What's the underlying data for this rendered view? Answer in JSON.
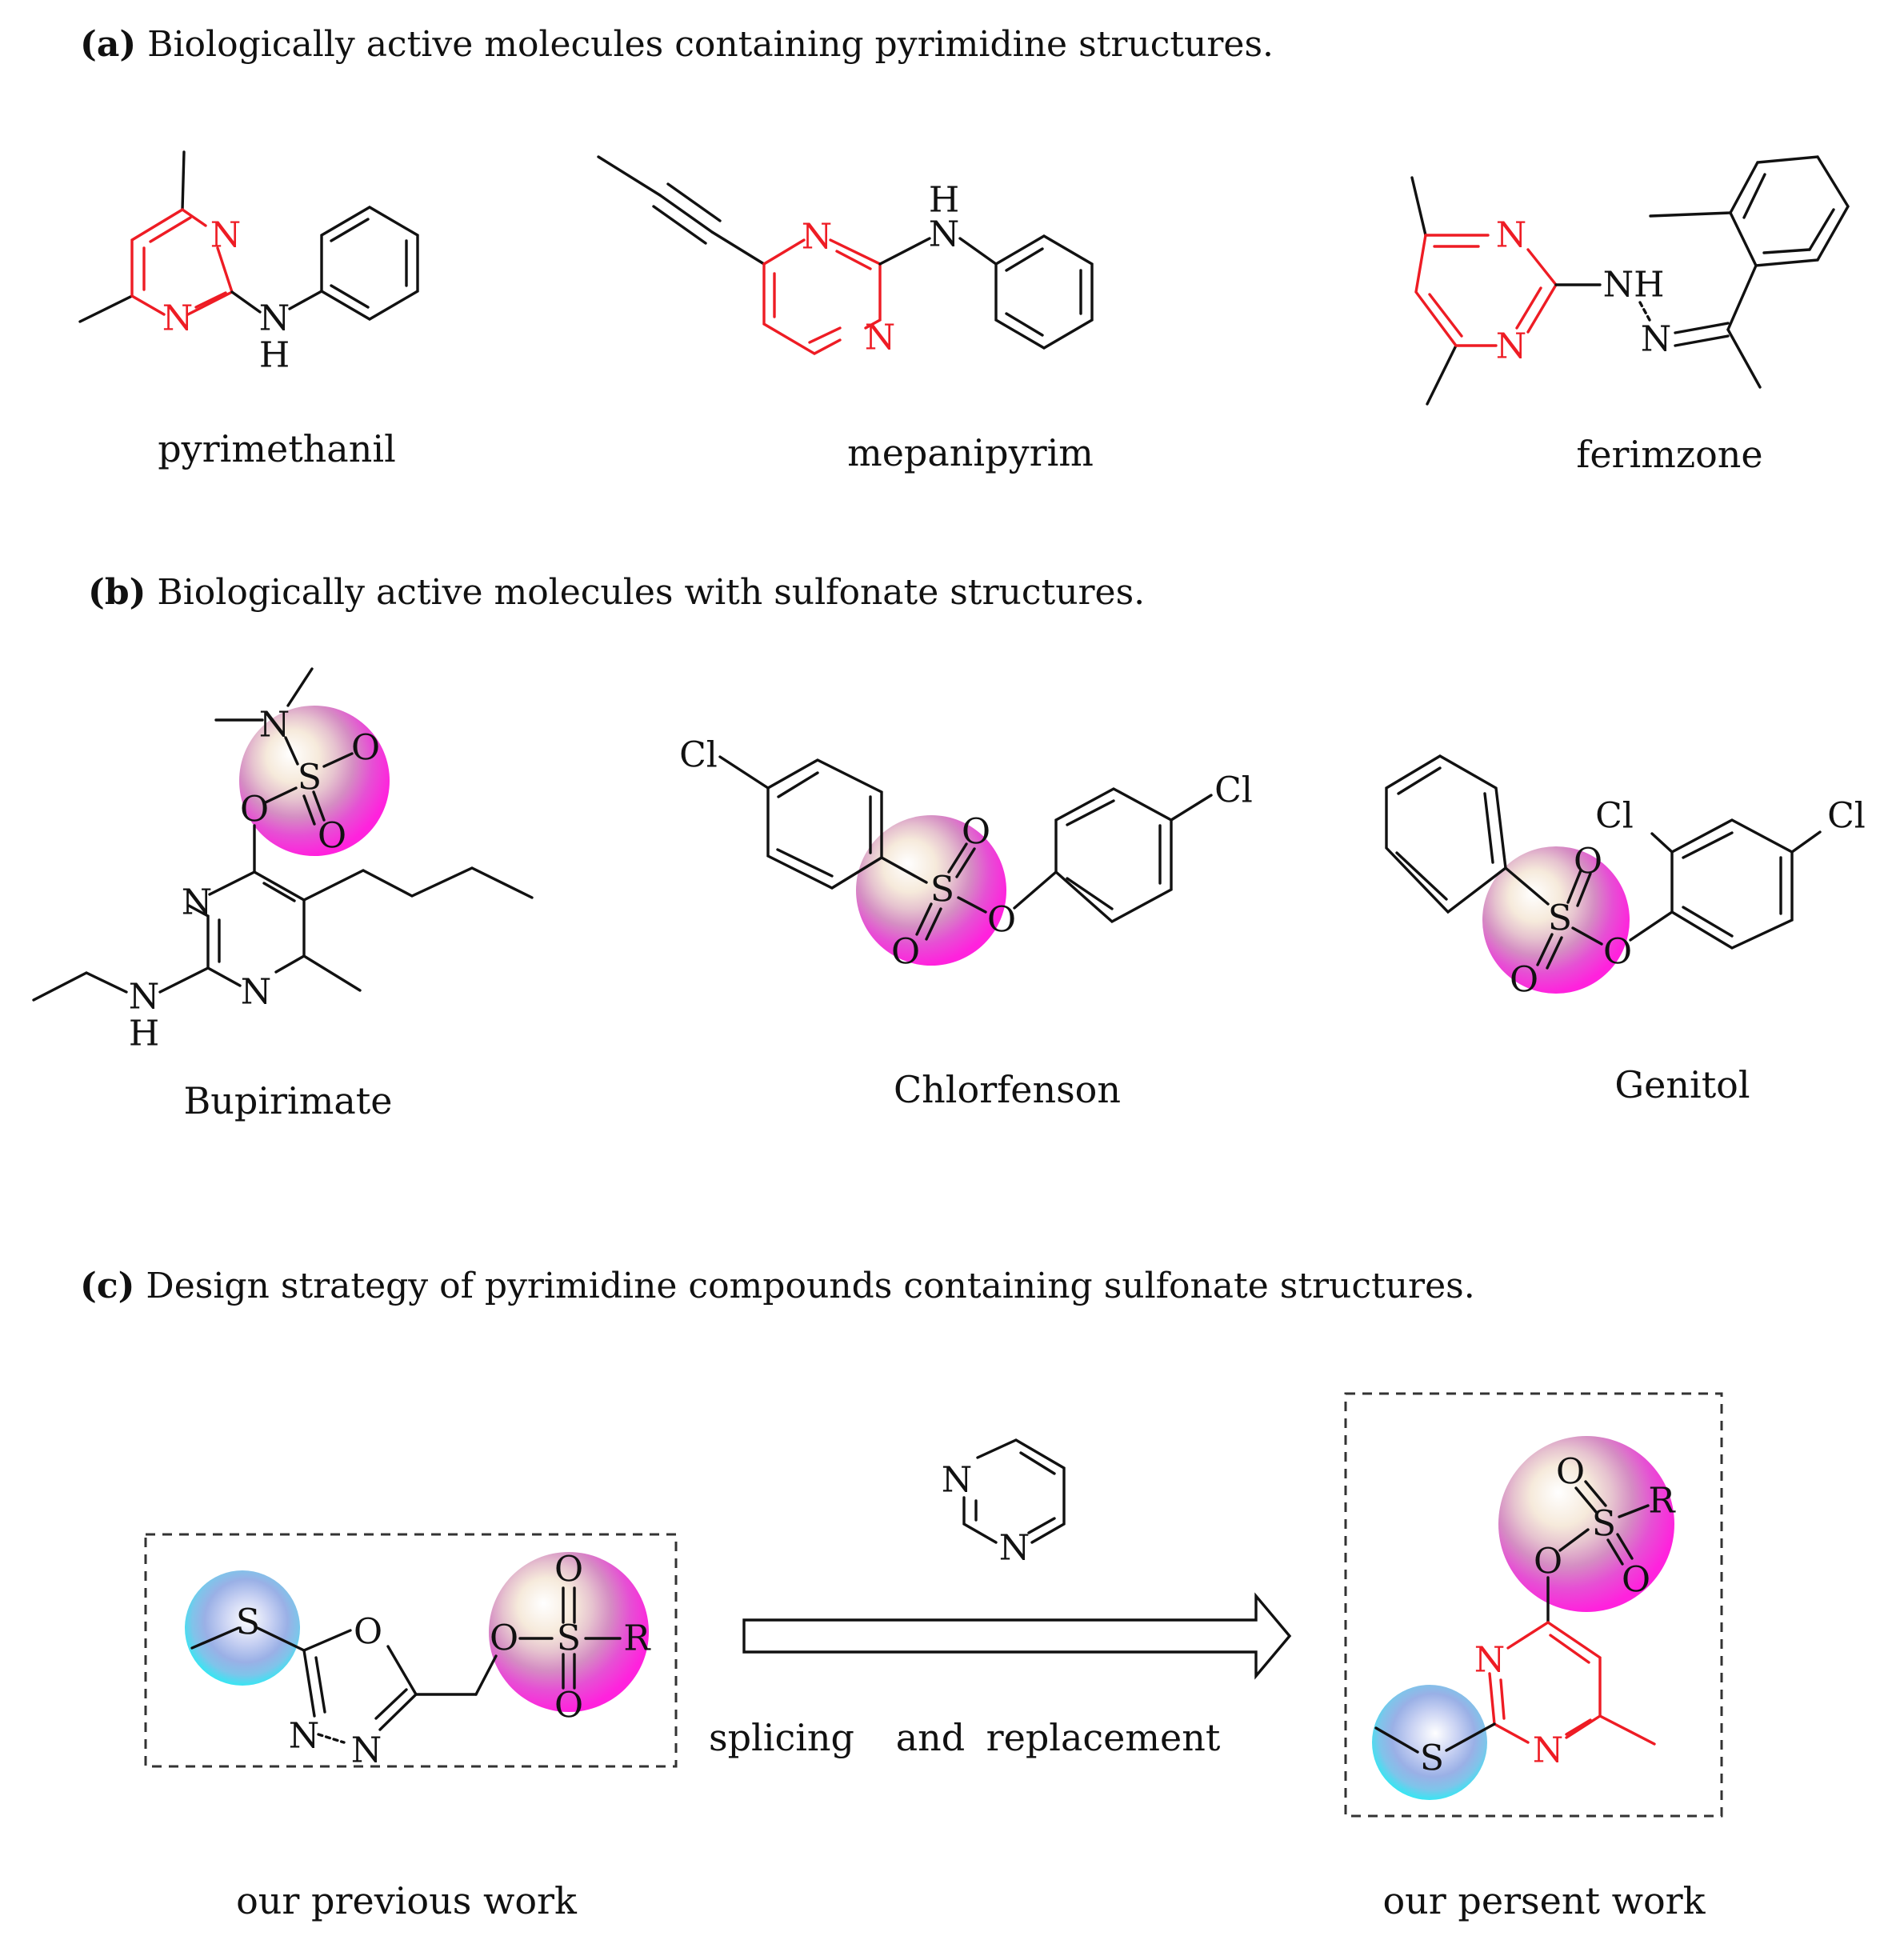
{
  "captions": {
    "a": {
      "letter": "(a)",
      "text": " Biologically active molecules containing pyrimidine structures."
    },
    "b": {
      "letter": "(b)",
      "text": " Biologically active molecules with sulfonate structures."
    },
    "c": {
      "letter": "(c)",
      "text": " Design strategy of pyrimidine compounds containing sulfonate structures."
    }
  },
  "molecules": {
    "pyrimethanil": "pyrimethanil",
    "mepanipyrim": "mepanipyrim",
    "ferimzone": "ferimzone",
    "bupirimate": "Bupirimate",
    "chlorfenson": "Chlorfenson",
    "genitol": "Genitol"
  },
  "atoms": {
    "N": "N",
    "H": "H",
    "NH": "NH",
    "S": "S",
    "O": "O",
    "Cl": "Cl",
    "R": "R"
  },
  "design": {
    "arrow_label_1": "splicing",
    "arrow_label_2": "and",
    "arrow_label_3": "replacement",
    "previous": "our previous work",
    "present": "our persent work"
  },
  "colors": {
    "pyrimidine_highlight": "#ee1c24",
    "sulfonate_sphere": "#ff33cc",
    "thioether_sphere": "#22e5f0"
  }
}
